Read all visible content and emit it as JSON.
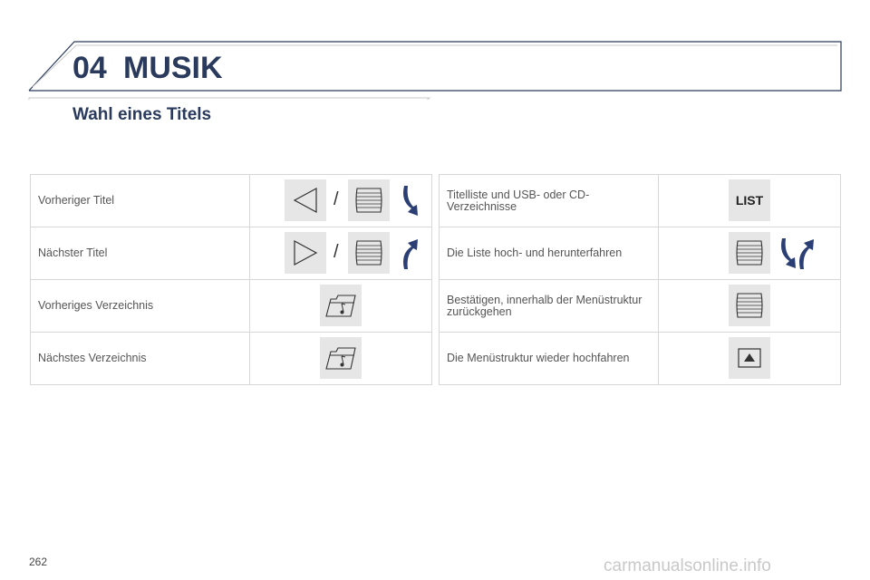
{
  "header": {
    "chapter_number": "04",
    "chapter_title": "MUSIK"
  },
  "section": {
    "title": "Wahl eines Titels"
  },
  "left_rows": [
    {
      "label": "Vorheriger Titel",
      "separator": "/",
      "icons": [
        "previous-triangle-icon",
        "rotary-knob-icon",
        "rotate-down-arrow-icon"
      ]
    },
    {
      "label": "Nächster Titel",
      "separator": "/",
      "icons": [
        "next-triangle-icon",
        "rotary-knob-icon",
        "rotate-up-arrow-icon"
      ]
    },
    {
      "label": "Vorheriges Verzeichnis",
      "icons": [
        "folder-music-icon"
      ]
    },
    {
      "label": "Nächstes Verzeichnis",
      "icons": [
        "folder-music-icon"
      ]
    }
  ],
  "right_rows": [
    {
      "label": "Titelliste und USB- oder CD-\nVerzeichnisse",
      "key_label": "LIST",
      "icons": [
        "list-button"
      ]
    },
    {
      "label": "Die Liste hoch- und herunterfahren",
      "icons": [
        "rotary-knob-icon",
        "rotate-both-arrows-icon"
      ]
    },
    {
      "label": "Bestätigen, innerhalb der Menüstruktur\nzurückgehen",
      "icons": [
        "rotary-knob-icon"
      ]
    },
    {
      "label": "Die Menüstruktur wieder hochfahren",
      "icons": [
        "eject-up-icon"
      ]
    }
  ],
  "footer": {
    "page_number": "262",
    "watermark": "carmanualsonline.info"
  },
  "colors": {
    "title": "#2a3a5c",
    "arrow": "#2b3f75",
    "key_bg": "#e6e6e6",
    "border": "#d7d7d7"
  }
}
